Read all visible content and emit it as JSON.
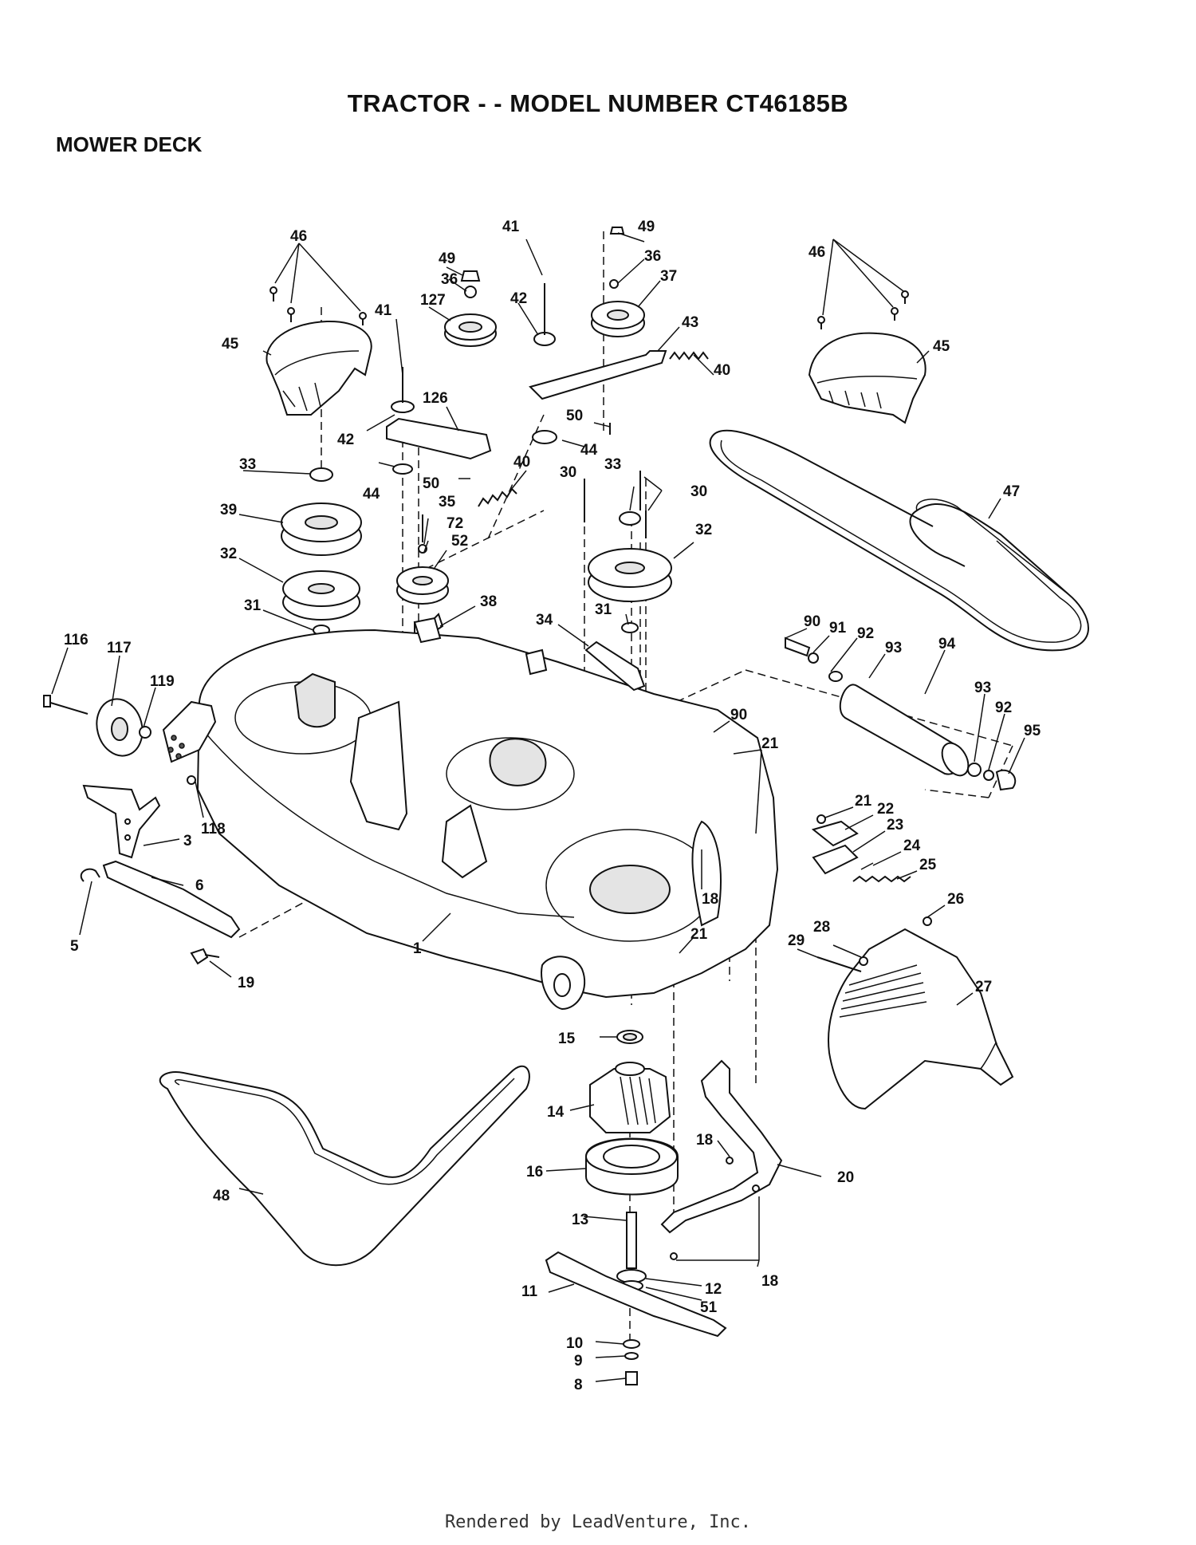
{
  "header": {
    "title": "TRACTOR - - MODEL NUMBER CT46185B",
    "section": "MOWER DECK"
  },
  "footer": {
    "credit": "Rendered by LeadVenture, Inc."
  },
  "labels": [
    "46",
    "45",
    "41",
    "49",
    "36",
    "127",
    "42",
    "126",
    "44",
    "50",
    "33",
    "39",
    "35",
    "72",
    "52",
    "32",
    "31",
    "38",
    "40",
    "43",
    "37",
    "30",
    "34",
    "90",
    "91",
    "92",
    "93",
    "94",
    "95",
    "47",
    "21",
    "22",
    "23",
    "24",
    "25",
    "26",
    "27",
    "28",
    "29",
    "18",
    "1",
    "3",
    "5",
    "6",
    "19",
    "116",
    "117",
    "119",
    "118",
    "15",
    "14",
    "16",
    "13",
    "12",
    "51",
    "11",
    "10",
    "9",
    "8",
    "48",
    "20"
  ]
}
